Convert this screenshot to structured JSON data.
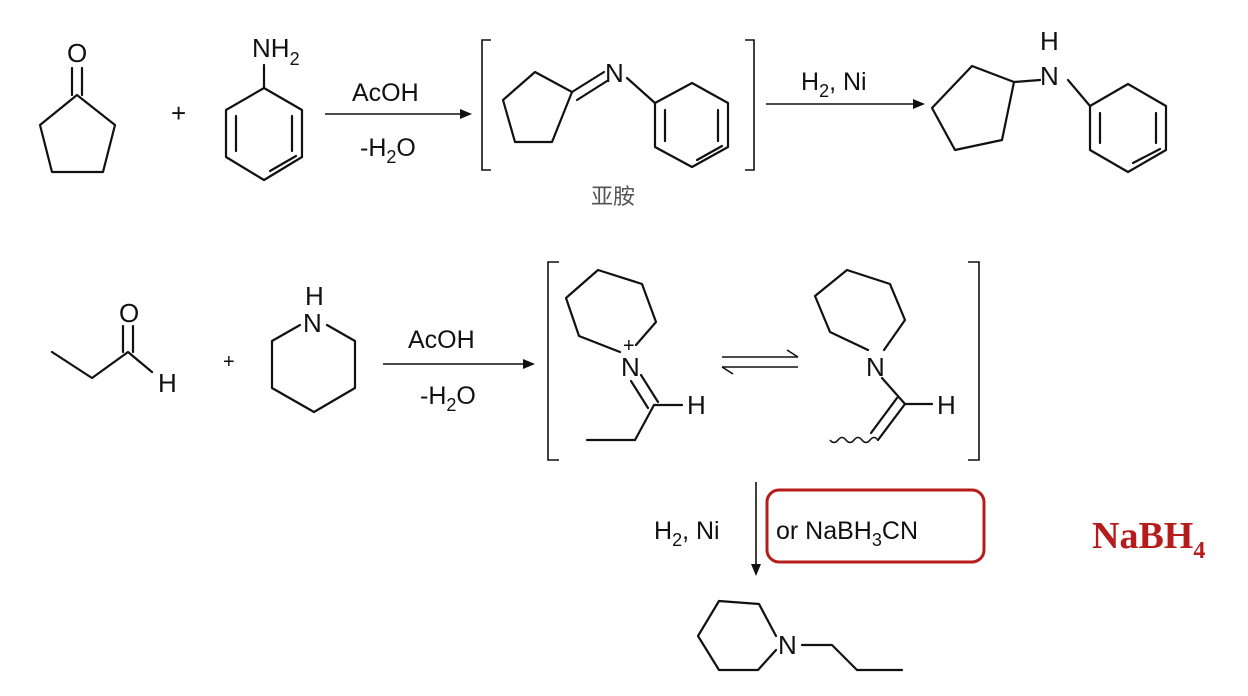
{
  "colors": {
    "ink": "#111111",
    "highlight": "#b71c1c",
    "caption": "#555555"
  },
  "reaction1": {
    "reactant_ketone_atom": "O",
    "plus": "+",
    "aniline_group": "NH",
    "aniline_group_sub": "2",
    "reagent_top": "AcOH",
    "reagent_bottom_pre": "-H",
    "reagent_bottom_sub": "2",
    "reagent_bottom_post": "O",
    "imine_atom": "N",
    "intermediate_caption": "亚胺",
    "reagent2_pre": "H",
    "reagent2_sub": "2",
    "reagent2_post": ", Ni",
    "product_atom_N": "N",
    "product_atom_H": "H"
  },
  "reaction2": {
    "aldehyde_O": "O",
    "aldehyde_H": "H",
    "plus": "+",
    "piperidine_H": "H",
    "piperidine_N": "N",
    "reagent_top": "AcOH",
    "reagent_bottom_pre": "-H",
    "reagent_bottom_sub": "2",
    "reagent_bottom_post": "O",
    "iminium_N": "N",
    "iminium_charge": "+",
    "iminium_H": "H",
    "enamine_N": "N",
    "enamine_H": "H",
    "reduction_left_pre": "H",
    "reduction_left_sub": "2",
    "reduction_left_post": ", Ni",
    "reduction_right_pre": "or NaBH",
    "reduction_right_sub": "3",
    "reduction_right_post": "CN",
    "product_N": "N"
  },
  "side_note": {
    "main": "NaBH",
    "sub": "4"
  }
}
